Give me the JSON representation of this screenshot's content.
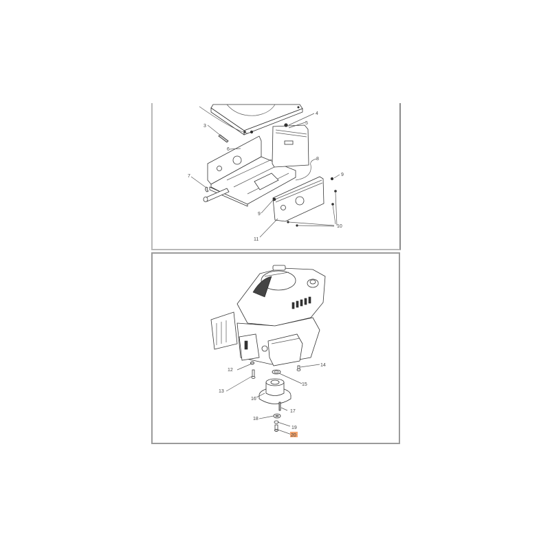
{
  "diagrams": [
    {
      "name": "chassis-frame-assembly",
      "callouts": [
        {
          "label": "3"
        },
        {
          "label": "4"
        },
        {
          "label": "5"
        },
        {
          "label": "6"
        },
        {
          "label": "7"
        },
        {
          "label": "8"
        },
        {
          "label": "9"
        },
        {
          "label": "9"
        },
        {
          "label": "10"
        },
        {
          "label": "11"
        }
      ]
    },
    {
      "name": "engine-pulley-assembly",
      "callouts": [
        {
          "label": "12"
        },
        {
          "label": "13"
        },
        {
          "label": "14"
        },
        {
          "label": "15"
        },
        {
          "label": "16"
        },
        {
          "label": "17"
        },
        {
          "label": "18"
        },
        {
          "label": "19"
        },
        {
          "label": "20",
          "highlighted": true,
          "highlight_color": "#f4a36b"
        }
      ]
    }
  ]
}
